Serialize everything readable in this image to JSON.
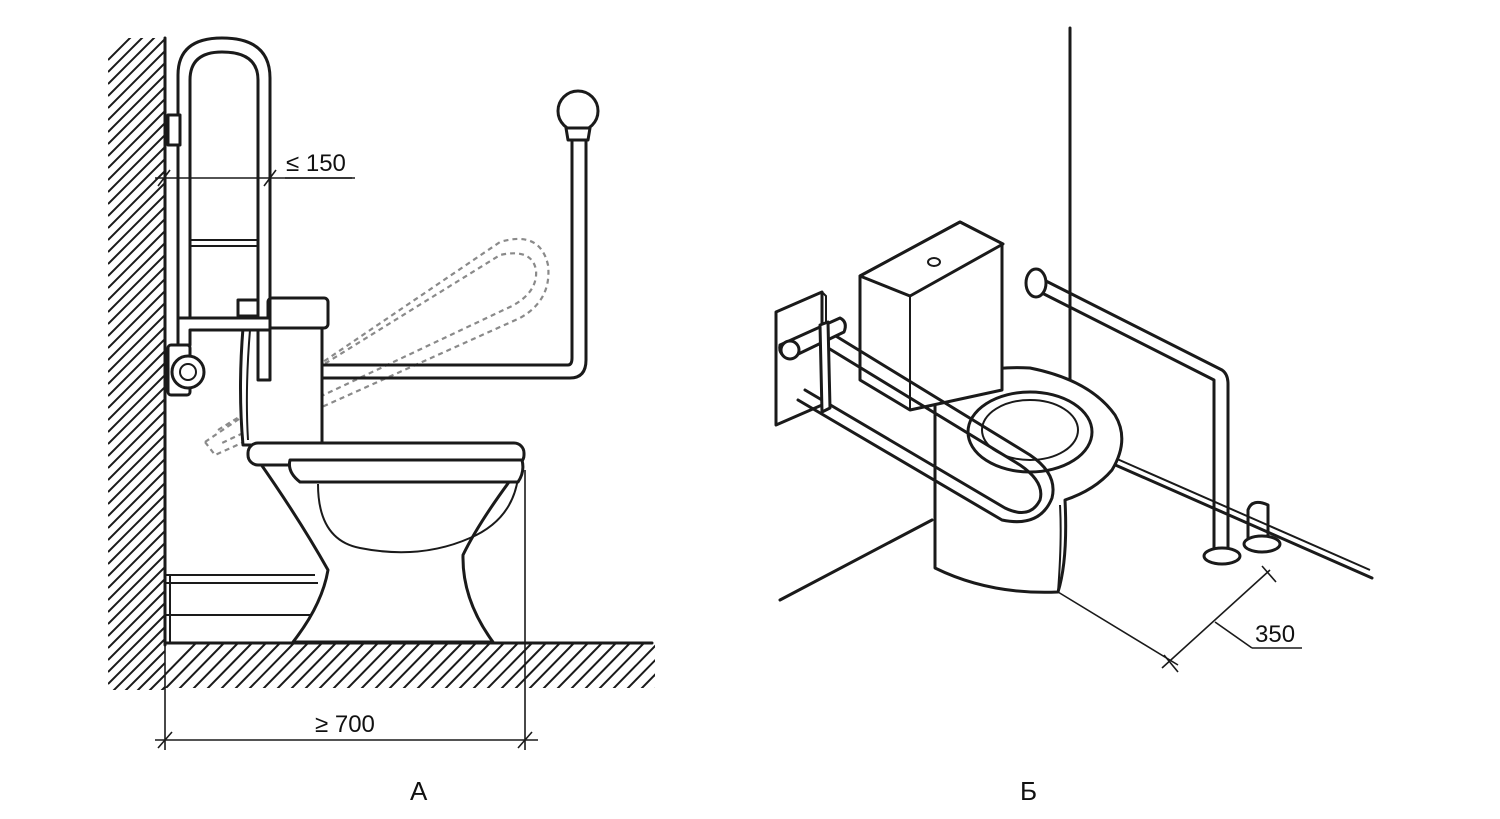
{
  "figure_a": {
    "caption": "А",
    "dim_handle_gap": "≤ 150",
    "dim_depth": "≥ 700"
  },
  "figure_b": {
    "caption": "Б",
    "dim_clearance": "350"
  }
}
